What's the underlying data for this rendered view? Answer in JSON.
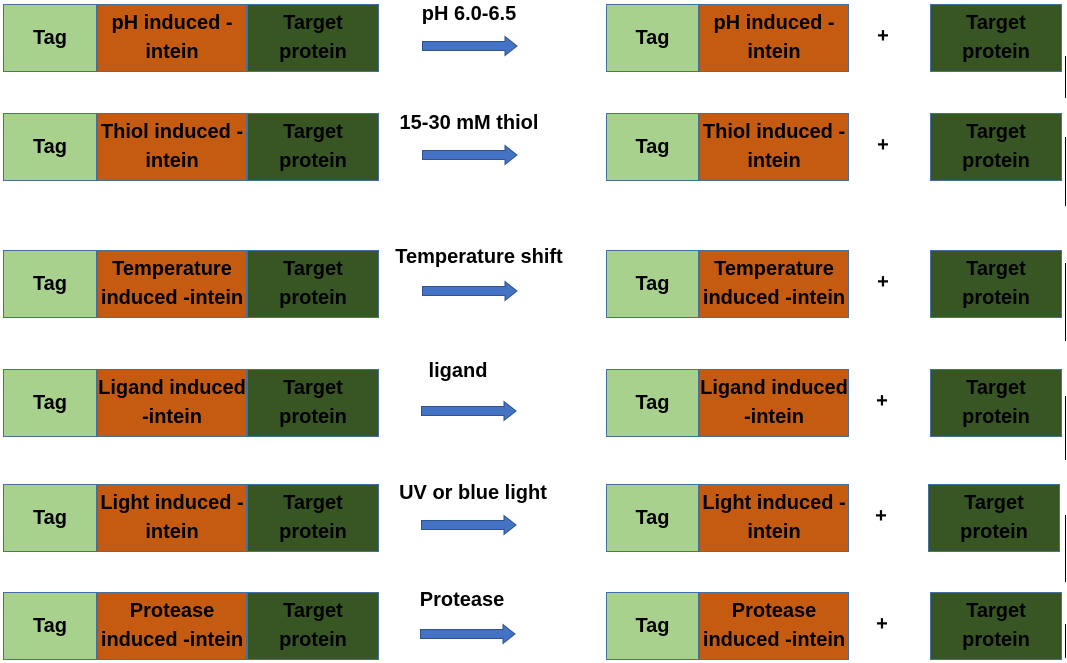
{
  "colors": {
    "tag": "#a9d18e",
    "intein": "#c55a11",
    "target": "#375623",
    "arrow": "#4472c4",
    "border": "#41719c"
  },
  "rows": [
    {
      "tag": "Tag",
      "intein": "pH induced -\nintein",
      "target": "Target\nprotein",
      "condition": "pH 6.0-6.5",
      "plus": "+"
    },
    {
      "tag": "Tag",
      "intein": "Thiol induced -\nintein",
      "target": "Target\nprotein",
      "condition": "15-30 mM thiol",
      "plus": "+"
    },
    {
      "tag": "Tag",
      "intein": "Temperature\ninduced -intein",
      "target": "Target\nprotein",
      "condition": "Temperature shift",
      "plus": "+"
    },
    {
      "tag": "Tag",
      "intein": "Ligand induced\n-intein",
      "target": "Target\nprotein",
      "condition": "ligand",
      "plus": "+"
    },
    {
      "tag": "Tag",
      "intein": "Light induced -\nintein",
      "target": "Target\nprotein",
      "condition": "UV or blue light",
      "plus": "+"
    },
    {
      "tag": "Tag",
      "intein": "Protease\ninduced -intein",
      "target": "Target\nprotein",
      "condition": "Protease",
      "plus": "+"
    }
  ]
}
